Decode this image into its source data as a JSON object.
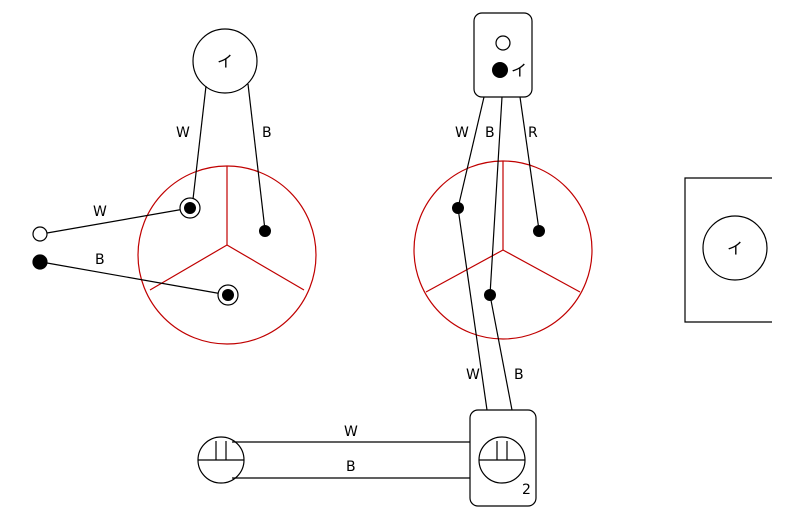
{
  "colors": {
    "line": "#000000",
    "junction_circle": "#c00000",
    "background": "#ffffff"
  },
  "left_group": {
    "lamp_label": "イ",
    "wire_labels": {
      "lamp_w": "W",
      "lamp_b": "B",
      "source_w": "W",
      "source_b": "B"
    }
  },
  "middle_group": {
    "switch_label": "イ",
    "wire_labels": {
      "top_w": "W",
      "top_b": "B",
      "top_r": "R",
      "bottom_w": "W",
      "bottom_b": "B"
    }
  },
  "right_group": {
    "lamp_label": "イ"
  },
  "bottom_group": {
    "wire_labels": {
      "w": "W",
      "b": "B"
    },
    "outlet_count_label": "2"
  }
}
